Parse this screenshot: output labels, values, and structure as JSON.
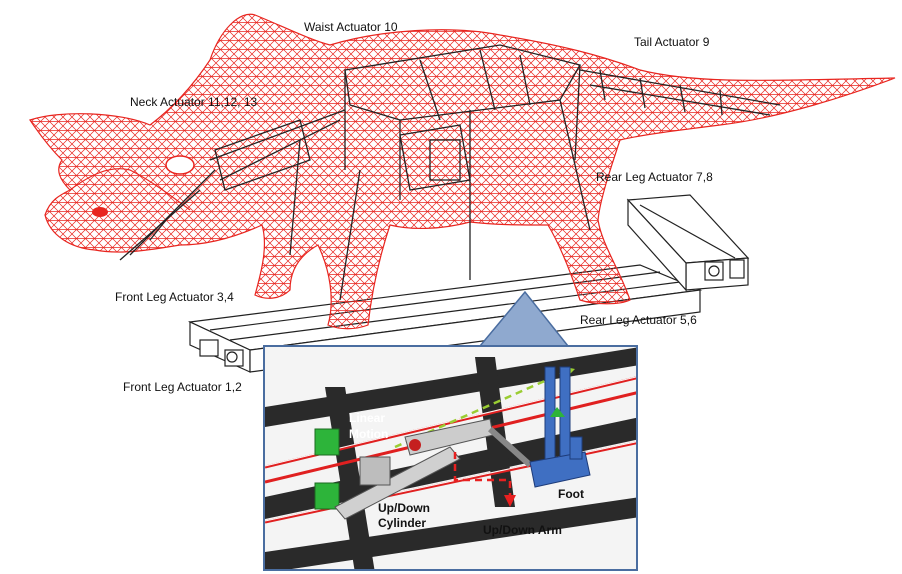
{
  "labels": {
    "waist": "Waist Actuator  10",
    "tail": "Tail Actuator  9",
    "neck": "Neck Actuator  11,12, 13",
    "rear_leg_78": "Rear Leg Actuator  7,8",
    "front_leg_34": "Front Leg Actuator 3,4",
    "rear_leg_56": "Rear Leg Actuator  5,6",
    "front_leg_12": "Front Leg Actuator 1,2"
  },
  "inset": {
    "linear_line1": "Linear",
    "linear_line2": "Motion",
    "updown_cyl_line1": "Up/Down",
    "updown_cyl_line2": "Cylinder",
    "foot": "Foot",
    "updown_arm": "Up/Down Arm"
  },
  "colors": {
    "mesh": "#e8251f",
    "frame": "#222222",
    "inset_border": "#4a6da0",
    "callout_fill": "#8fa9cf",
    "motion_arrow": "#9acd32",
    "arm_arrow": "#e82020",
    "foot_metal": "#3f6fc2",
    "actuator_green": "#2db43a"
  }
}
